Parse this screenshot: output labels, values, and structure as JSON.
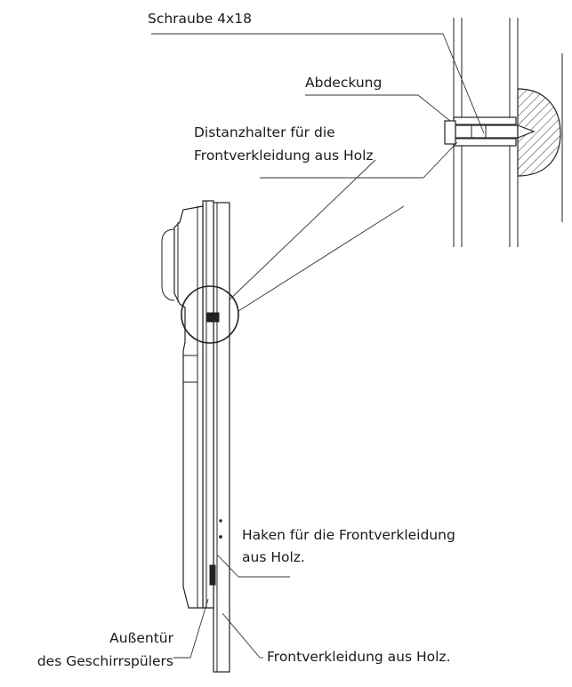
{
  "labels": {
    "screw": "Schraube 4x18",
    "cover": "Abdeckung",
    "spacer_line1": "Distanzhalter für die",
    "spacer_line2": "Frontverkleidung aus Holz",
    "hook_line1": "Haken für die Frontverkleidung",
    "hook_line2": "aus Holz.",
    "outer_door_line1": "Außentür",
    "outer_door_line2": "des Geschirrspülers",
    "front_panel": "Frontverkleidung aus Holz."
  },
  "icons": {
    "detail_magnifier": "circle-detail-icon"
  }
}
